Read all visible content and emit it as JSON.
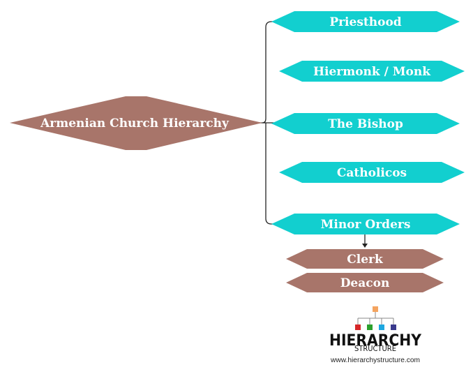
{
  "root": {
    "label": "Armenian Church Hierarchy"
  },
  "children": [
    {
      "label": "Priesthood"
    },
    {
      "label": "Hiermonk / Monk"
    },
    {
      "label": "The Bishop"
    },
    {
      "label": "Catholicos"
    },
    {
      "label": "Minor Orders"
    }
  ],
  "minor_orders": [
    {
      "label": "Clerk"
    },
    {
      "label": "Deacon"
    }
  ],
  "logo": {
    "title": "HIERARCHY",
    "subtitle": "STRUCTURE",
    "url": "www.hierarchystructure.com",
    "block_colors": [
      "#f4a460",
      "#d62728",
      "#2ca02c",
      "#1ea7e0",
      "#3a3a8c"
    ]
  },
  "colors": {
    "root_fill": "#a8756a",
    "child_fill": "#12cfcf",
    "sub_fill": "#a8756a",
    "connector": "#222222"
  }
}
